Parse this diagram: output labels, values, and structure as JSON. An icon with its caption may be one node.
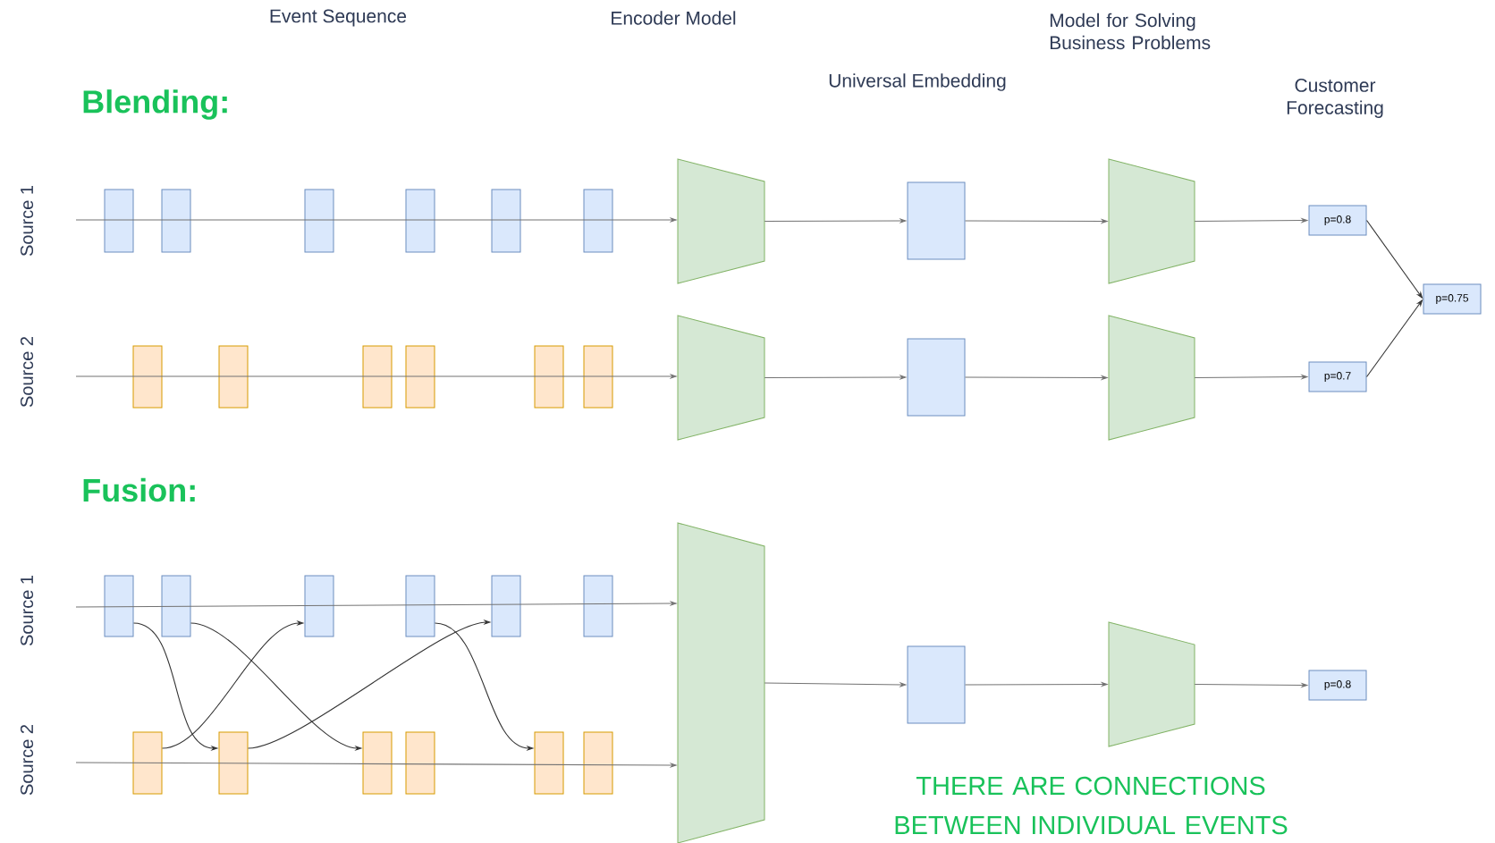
{
  "diagram": {
    "nodes": [
      {
        "text": [],
        "shape": "box"
      },
      {
        "text": [],
        "shape": "box"
      },
      {
        "text": [],
        "shape": "box"
      },
      {
        "text": [],
        "shape": "box"
      },
      {
        "text": [],
        "shape": "box"
      },
      {
        "text": [],
        "shape": "box"
      },
      {
        "text": [],
        "shape": "box"
      },
      {
        "text": [],
        "shape": "box"
      },
      {
        "text": [],
        "shape": "box"
      },
      {
        "text": [],
        "shape": "box"
      },
      {
        "text": [],
        "shape": "box"
      },
      {
        "text": [],
        "shape": "box"
      },
      {
        "text": [],
        "shape": "trapezoid"
      },
      {
        "text": [],
        "shape": "trapezoid"
      },
      {
        "text": [],
        "shape": "box"
      },
      {
        "text": [],
        "shape": "box"
      },
      {
        "text": [],
        "shape": "trapezoid"
      },
      {
        "text": [],
        "shape": "trapezoid"
      },
      {
        "text": [
          "p=0.8"
        ]
      },
      {
        "text": [
          "p=0.7"
        ]
      },
      {
        "text": [
          "p=0.75"
        ]
      },
      {
        "text": [],
        "shape": "box"
      },
      {
        "text": [],
        "shape": "box"
      },
      {
        "text": [],
        "shape": "box"
      },
      {
        "text": [],
        "shape": "box"
      },
      {
        "text": [],
        "shape": "box"
      },
      {
        "text": [],
        "shape": "box"
      },
      {
        "text": [],
        "shape": "box"
      },
      {
        "text": [],
        "shape": "box"
      },
      {
        "text": [],
        "shape": "box"
      },
      {
        "text": [],
        "shape": "box"
      },
      {
        "text": [],
        "shape": "box"
      },
      {
        "text": [],
        "shape": "box"
      },
      {
        "text": [],
        "shape": "trapezoid"
      },
      {
        "text": [],
        "shape": "box"
      },
      {
        "text": [],
        "shape": "trapezoid"
      },
      {
        "text": [
          "p=0.8"
        ]
      }
    ],
    "edges": [
      {
        "from": null,
        "to": 12,
        "arrow": "to"
      },
      {
        "from": null,
        "to": 13,
        "arrow": "to"
      },
      {
        "from": 12,
        "to": 14,
        "arrow": "to"
      },
      {
        "from": 14,
        "to": 16,
        "arrow": "to"
      },
      {
        "from": 16,
        "to": 18,
        "arrow": "to"
      },
      {
        "from": 13,
        "to": 15,
        "arrow": "to"
      },
      {
        "from": 15,
        "to": 17,
        "arrow": "to"
      },
      {
        "from": 17,
        "to": 19,
        "arrow": "to"
      },
      {
        "from": 18,
        "to": 20,
        "arrow": "to"
      },
      {
        "from": 19,
        "to": 20,
        "arrow": "to"
      },
      {
        "from": null,
        "to": 33,
        "arrow": "to"
      },
      {
        "from": null,
        "to": 33,
        "arrow": "to"
      },
      {
        "from": 33,
        "to": 34,
        "arrow": "to"
      },
      {
        "from": 34,
        "to": 35,
        "arrow": "to"
      },
      {
        "from": 35,
        "to": 36,
        "arrow": "to"
      },
      {
        "from": 21,
        "to": 28,
        "arrow": "to"
      },
      {
        "from": 22,
        "to": 29,
        "arrow": "to"
      },
      {
        "from": 27,
        "to": 23,
        "arrow": "to"
      },
      {
        "from": 28,
        "to": 25,
        "arrow": "to"
      },
      {
        "from": 24,
        "to": 31,
        "arrow": "to"
      }
    ],
    "labels": [
      "Event Sequence",
      "Encoder Model",
      "Model for Solving Business Problems",
      "Universal Embedding",
      "Customer Forecasting",
      "Blending:",
      "Source 1",
      "Source 2",
      "Fusion:",
      "Source 1",
      "Source 2",
      "THERE ARE CONNECTIONS BETWEEN INDIVIDUAL EVENTS"
    ]
  }
}
